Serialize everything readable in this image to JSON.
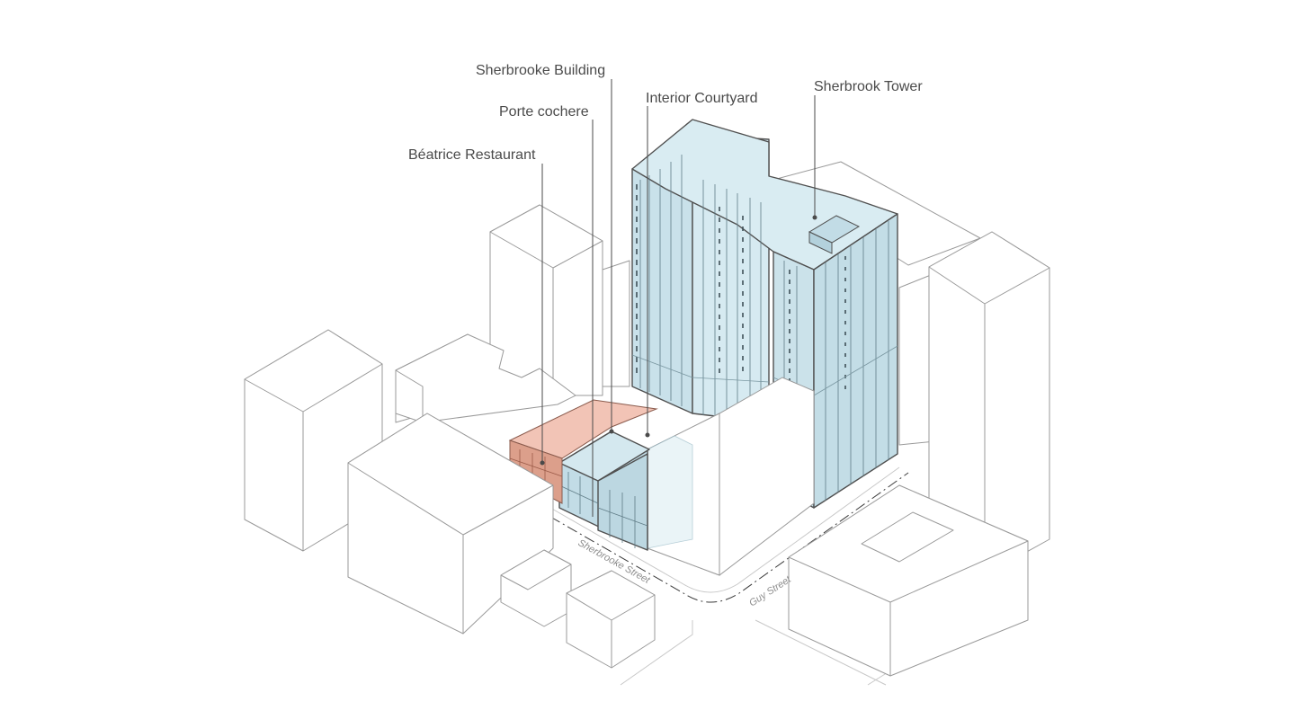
{
  "labels": {
    "sherbrooke_building": "Sherbrooke Building",
    "porte_cochere": "Porte cochere",
    "interior_courtyard": "Interior Courtyard",
    "sherbrook_tower": "Sherbrook Tower",
    "beatrice_restaurant": "Béatrice Restaurant"
  },
  "streets": {
    "sherbrooke_street": "Sherbrooke Street",
    "guy_street": "Guy Street"
  },
  "colors": {
    "project_fill": "#cde4ec",
    "project_fill_dark": "#b6d4df",
    "restaurant_fill": "#f2c4b6",
    "restaurant_fill_dark": "#d99c88",
    "context_line": "#9a9a9a",
    "leader_line": "#4a4a4a"
  }
}
